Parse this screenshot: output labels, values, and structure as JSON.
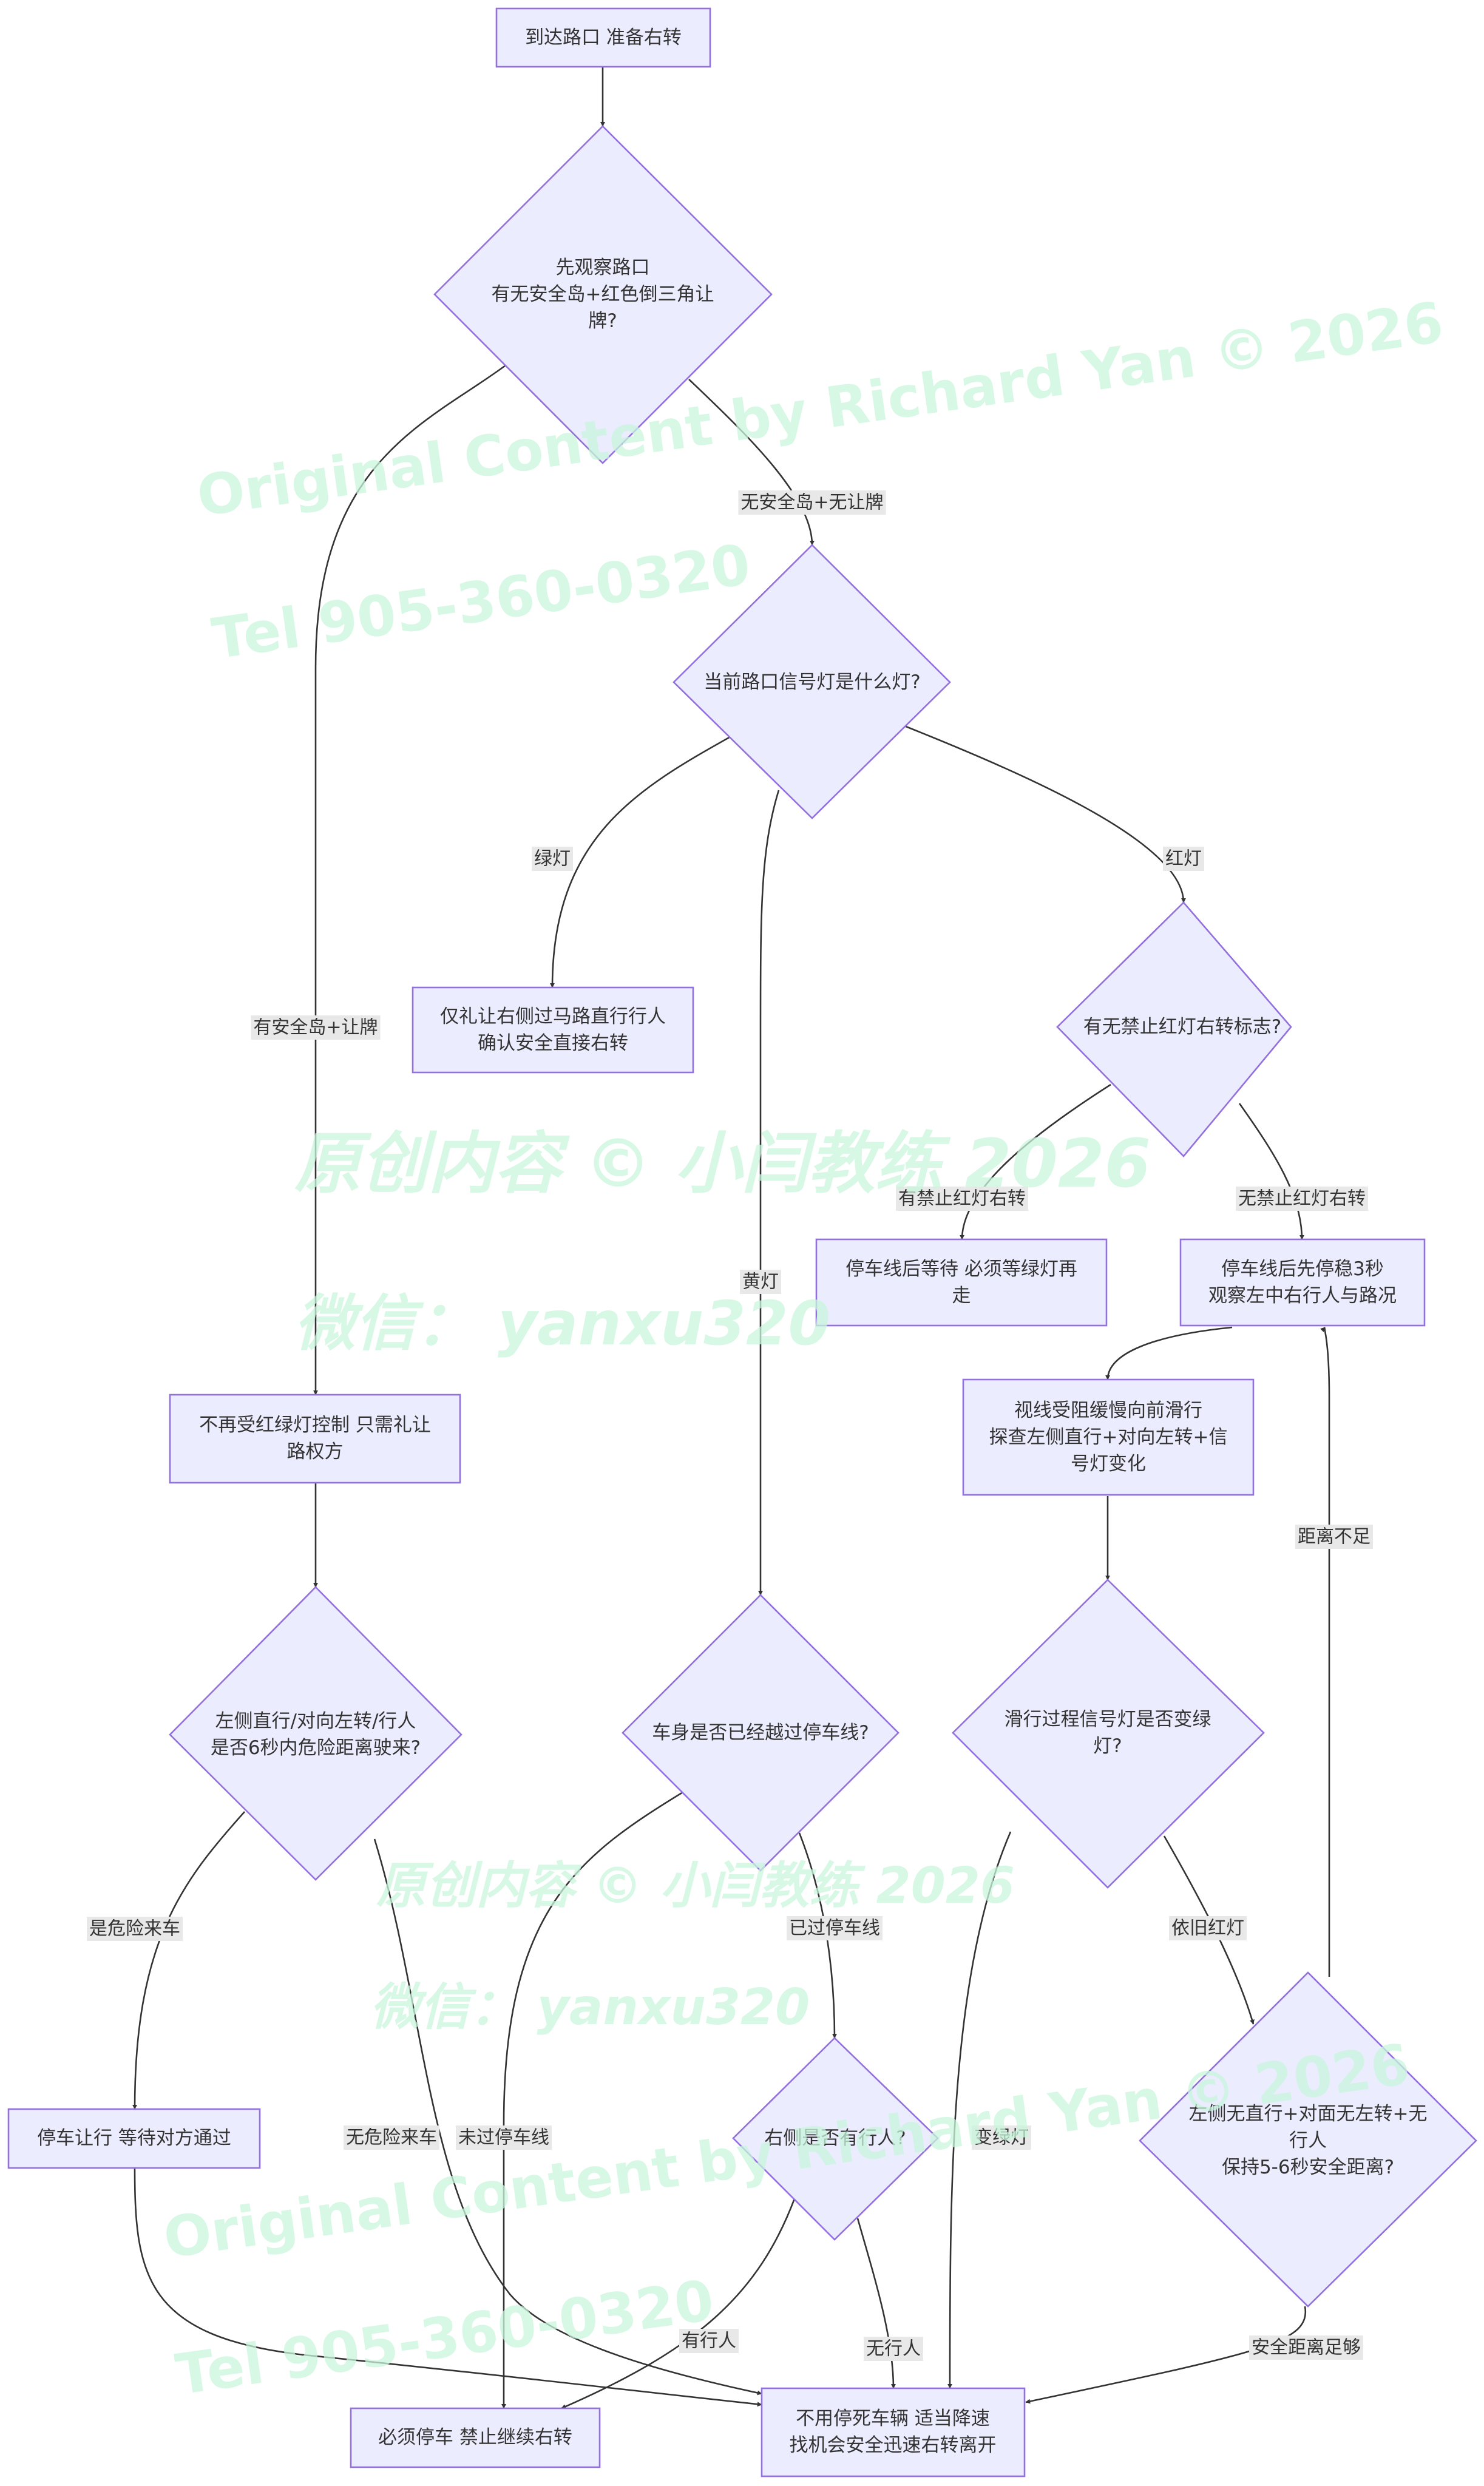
{
  "watermarks": {
    "en_top": "Original Content by Richard Yan  © 2026",
    "tel_top": "Tel 905-360-0320",
    "cn_mid": "原创内容 © 小闫教练 2026",
    "wechat_mid": "微信： yanxu320",
    "cn_low": "原创内容 © 小闫教练 2026",
    "wechat_low": "微信： yanxu320",
    "en_bottom": "Original Content by Richard Yan © 2026",
    "tel_bottom": "Tel 905-360-0320"
  },
  "nodes": {
    "start": [
      "到达路口 准备右转"
    ],
    "q_island": [
      "先观察路口",
      "有无安全岛+红色倒三角让",
      "牌?"
    ],
    "q_signal": [
      "当前路口信号灯是什么灯?"
    ],
    "green_action": [
      "仅礼让右侧过马路直行行人",
      "确认安全直接右转"
    ],
    "q_no_red_sign": [
      "有无禁止红灯右转标志?"
    ],
    "wait_green": [
      "停车线后等待 必须等绿灯再",
      "走"
    ],
    "stop_observe": [
      "停车线后先停稳3秒",
      "观察左中右行人与路况"
    ],
    "creep": [
      "视线受阻缓慢向前滑行",
      "探查左侧直行+对向左转+信",
      "号灯变化"
    ],
    "q_turn_green": [
      "滑行过程信号灯是否变绿",
      "灯?"
    ],
    "q_safe_gap": [
      "左侧无直行+对面无左转+无",
      "行人",
      "保持5-6秒安全距离?"
    ],
    "yield_only": [
      "不再受红绿灯控制 只需礼让",
      "路权方"
    ],
    "q_danger": [
      "左侧直行/对向左转/行人",
      "是否6秒内危险距离驶来?"
    ],
    "yield_wait": [
      "停车让行 等待对方通过"
    ],
    "q_past_line": [
      "车身是否已经越过停车线?"
    ],
    "q_right_ped": [
      "右侧是否有行人?"
    ],
    "must_stop": [
      "必须停车 禁止继续右转"
    ],
    "proceed": [
      "不用停死车辆 适当降速",
      "找机会安全迅速右转离开"
    ]
  },
  "edge_labels": {
    "no_island": "无安全岛+无让牌",
    "has_island": "有安全岛+让牌",
    "green": "绿灯",
    "yellow": "黄灯",
    "red": "红灯",
    "has_sign": "有禁止红灯右转",
    "no_sign": "无禁止红灯右转",
    "not_enough": "距离不足",
    "still_red": "依旧红灯",
    "turned_green": "变绿灯",
    "enough": "安全距离足够",
    "danger": "是危险来车",
    "no_danger": "无危险来车",
    "passed": "已过停车线",
    "not_passed": "未过停车线",
    "has_ped": "有行人",
    "no_ped": "无行人"
  }
}
